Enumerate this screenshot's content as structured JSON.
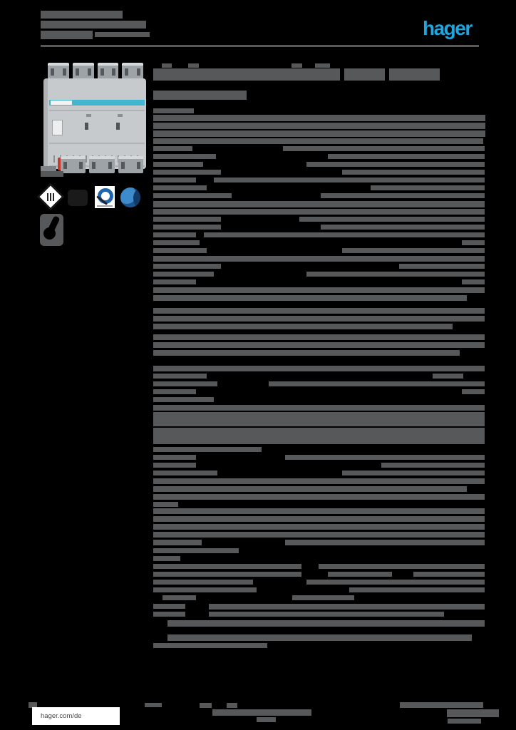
{
  "document": {
    "brand": {
      "logo_text": "hager",
      "logo_color": "#1FA6DF"
    },
    "footer": {
      "website": "hager.com/de"
    },
    "colors": {
      "page_bg": "#000000",
      "redacted_text_grey": "#57585A",
      "brand_blue": "#1FA6DF",
      "device_body_grey": "#C7CACC",
      "device_terminal_grey": "#9EA3A7",
      "device_stripe_cyan": "#41B6CE",
      "device_connector_red": "#C23B2A",
      "cert_q_blue": "#1F64B0",
      "cert_sphere_blue": "#3E8BCB"
    },
    "icons": [
      "vde-diamond-certification-logo",
      "dark-certification-logo",
      "quality-q-certification-logo",
      "blue-sphere-certification-logo",
      "hand-pictogram-icon"
    ]
  },
  "redacted": {
    "header": [
      [
        57,
        15,
        115,
        11
      ],
      [
        57,
        29,
        148,
        11
      ],
      [
        57,
        43,
        73,
        12
      ],
      [
        133,
        45,
        77,
        7
      ]
    ],
    "main": [
      [
        227,
        89,
        14,
        6
      ],
      [
        264,
        89,
        15,
        6
      ],
      [
        409,
        89,
        15,
        6
      ],
      [
        442,
        89,
        21,
        6
      ],
      [
        215,
        96,
        262,
        17
      ],
      [
        483,
        96,
        57,
        17
      ],
      [
        546,
        96,
        71,
        17
      ],
      [
        215,
        127,
        131,
        13
      ],
      [
        57,
        240,
        32,
        8
      ],
      [
        215,
        152,
        57,
        7
      ],
      [
        215,
        161,
        466,
        9
      ],
      [
        215,
        172,
        466,
        9
      ],
      [
        215,
        183,
        466,
        9
      ],
      [
        215,
        194,
        463,
        8
      ],
      [
        215,
        205,
        55,
        7
      ],
      [
        397,
        205,
        283,
        7
      ],
      [
        215,
        216,
        88,
        7
      ],
      [
        460,
        216,
        220,
        7
      ],
      [
        215,
        227,
        70,
        7
      ],
      [
        430,
        227,
        250,
        7
      ],
      [
        215,
        238,
        95,
        7
      ],
      [
        480,
        238,
        200,
        7
      ],
      [
        215,
        249,
        60,
        7
      ],
      [
        300,
        249,
        380,
        7
      ],
      [
        215,
        260,
        75,
        7
      ],
      [
        520,
        260,
        160,
        7
      ],
      [
        215,
        271,
        110,
        7
      ],
      [
        450,
        271,
        230,
        7
      ],
      [
        215,
        282,
        465,
        9
      ],
      [
        215,
        293,
        465,
        8
      ],
      [
        215,
        304,
        95,
        7
      ],
      [
        420,
        304,
        260,
        7
      ],
      [
        215,
        315,
        95,
        7
      ],
      [
        450,
        315,
        230,
        7
      ],
      [
        215,
        326,
        60,
        7
      ],
      [
        286,
        326,
        394,
        7
      ],
      [
        215,
        337,
        65,
        7
      ],
      [
        648,
        337,
        32,
        7
      ],
      [
        215,
        348,
        75,
        7
      ],
      [
        480,
        348,
        200,
        7
      ],
      [
        215,
        359,
        465,
        8
      ],
      [
        215,
        370,
        95,
        7
      ],
      [
        560,
        370,
        120,
        7
      ],
      [
        215,
        381,
        85,
        7
      ],
      [
        430,
        381,
        250,
        7
      ],
      [
        215,
        392,
        60,
        7
      ],
      [
        648,
        392,
        32,
        7
      ],
      [
        215,
        403,
        465,
        8
      ],
      [
        215,
        414,
        440,
        8
      ],
      [
        215,
        432,
        465,
        8
      ],
      [
        215,
        443,
        465,
        8
      ],
      [
        215,
        454,
        420,
        8
      ],
      [
        215,
        469,
        465,
        8
      ],
      [
        215,
        480,
        465,
        8
      ],
      [
        215,
        491,
        430,
        8
      ],
      [
        215,
        513,
        465,
        8
      ],
      [
        215,
        524,
        75,
        7
      ],
      [
        607,
        524,
        43,
        7
      ],
      [
        215,
        535,
        90,
        7
      ],
      [
        377,
        535,
        303,
        7
      ],
      [
        215,
        546,
        60,
        7
      ],
      [
        648,
        546,
        32,
        7
      ],
      [
        215,
        557,
        85,
        7
      ],
      [
        215,
        568,
        465,
        8
      ],
      [
        215,
        578,
        465,
        20
      ],
      [
        215,
        600,
        465,
        23
      ],
      [
        215,
        627,
        152,
        7
      ],
      [
        215,
        638,
        60,
        7
      ],
      [
        400,
        638,
        280,
        7
      ],
      [
        215,
        649,
        60,
        7
      ],
      [
        535,
        649,
        145,
        7
      ],
      [
        215,
        660,
        90,
        7
      ],
      [
        480,
        660,
        200,
        7
      ],
      [
        215,
        671,
        465,
        8
      ],
      [
        215,
        682,
        440,
        8
      ],
      [
        215,
        693,
        465,
        8
      ],
      [
        215,
        704,
        35,
        7
      ],
      [
        215,
        713,
        465,
        8
      ],
      [
        215,
        724,
        465,
        8
      ],
      [
        215,
        735,
        465,
        8
      ],
      [
        215,
        746,
        465,
        8
      ],
      [
        215,
        757,
        68,
        8
      ],
      [
        400,
        757,
        280,
        8
      ],
      [
        215,
        769,
        120,
        7
      ],
      [
        215,
        780,
        38,
        7
      ],
      [
        215,
        791,
        208,
        7
      ],
      [
        447,
        791,
        233,
        7
      ],
      [
        215,
        802,
        208,
        7
      ],
      [
        460,
        802,
        90,
        7
      ],
      [
        580,
        802,
        100,
        7
      ],
      [
        215,
        813,
        140,
        7
      ],
      [
        430,
        813,
        250,
        7
      ],
      [
        215,
        824,
        145,
        7
      ],
      [
        490,
        824,
        190,
        7
      ],
      [
        228,
        835,
        47,
        7
      ],
      [
        410,
        835,
        87,
        7
      ],
      [
        215,
        847,
        45,
        7
      ],
      [
        293,
        847,
        387,
        8
      ],
      [
        215,
        858,
        45,
        7
      ],
      [
        293,
        858,
        330,
        7
      ],
      [
        235,
        870,
        445,
        9
      ],
      [
        235,
        890,
        427,
        9
      ],
      [
        215,
        902,
        160,
        7
      ]
    ],
    "footer": [
      [
        40,
        985,
        12,
        8
      ],
      [
        203,
        986,
        24,
        6
      ],
      [
        280,
        986,
        17,
        7
      ],
      [
        318,
        986,
        15,
        7
      ],
      [
        298,
        995,
        139,
        9
      ],
      [
        360,
        1006,
        27,
        7
      ],
      [
        561,
        985,
        117,
        8
      ],
      [
        627,
        995,
        73,
        11
      ],
      [
        628,
        1008,
        47,
        7
      ]
    ]
  }
}
